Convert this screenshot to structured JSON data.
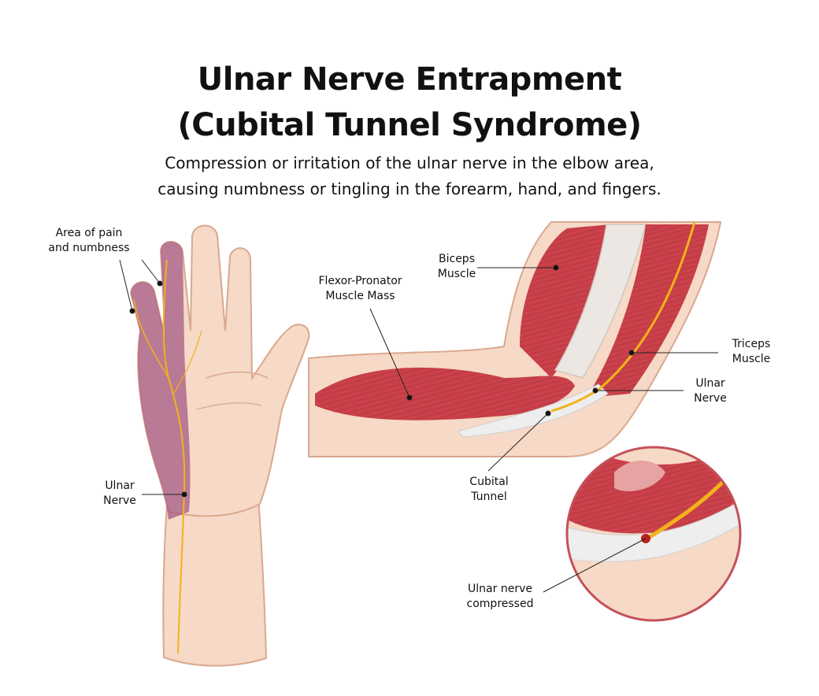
{
  "title": {
    "line1": "Ulnar Nerve Entrapment",
    "line2": "(Cubital Tunnel Syndrome)"
  },
  "subtitle": {
    "line1": "Compression or irritation of the ulnar nerve in the elbow area,",
    "line2": "causing numbness or tingling in the forearm, hand, and fingers."
  },
  "labels": {
    "pain_area": [
      "Area of pain",
      "and numbness"
    ],
    "hand_ulnar_nerve": [
      "Ulnar",
      "Nerve"
    ],
    "flexor_pronator": [
      "Flexor-Pronator",
      "Muscle Mass"
    ],
    "biceps": [
      "Biceps",
      "Muscle"
    ],
    "triceps": [
      "Triceps",
      "Muscle"
    ],
    "arm_ulnar_nerve": [
      "Ulnar",
      "Nerve"
    ],
    "cubital_tunnel": [
      "Cubital",
      "Tunnel"
    ],
    "nerve_compressed": [
      "Ulnar nerve",
      "compressed"
    ]
  },
  "colors": {
    "skin": "#f6d9c6",
    "skin_outline": "#d9a88f",
    "muscle": "#c9414a",
    "muscle_dark": "#a8282f",
    "nerve": "#f2b21b",
    "numb_area": "#a45a86",
    "tendon": "#eeeeee"
  }
}
